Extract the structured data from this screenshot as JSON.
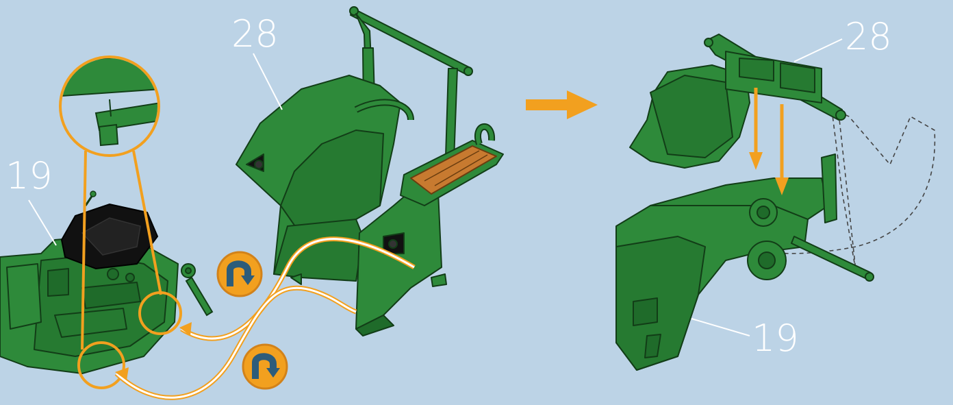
{
  "diagram": {
    "callouts": {
      "left_part_19": "19",
      "left_part_28": "28",
      "right_part_28": "28",
      "right_part_19": "19"
    },
    "colors": {
      "background": "#bcd3e6",
      "part_green": "#2e8a3a",
      "part_green_dark": "#1f6b2a",
      "outline": "#123d17",
      "accent_orange": "#f2a01f",
      "seat_black": "#111111",
      "step_wood": "#c77a30",
      "leader_line": "#ffffff"
    },
    "icons": [
      "rotate-clockwise-icon",
      "rotate-clockwise-icon",
      "step-arrow-icon"
    ]
  }
}
